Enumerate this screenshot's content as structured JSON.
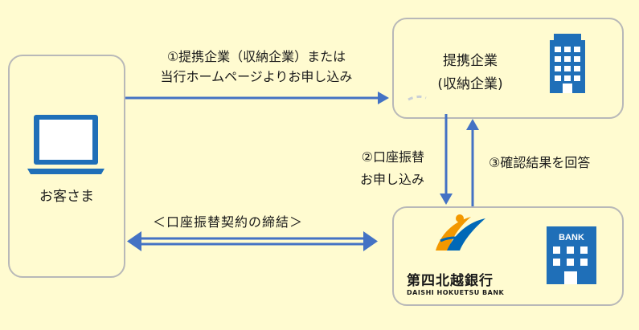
{
  "steps": {
    "step1_line1": "①提携企業（収納企業）または",
    "step1_line2": "当行ホームページよりお申し込み",
    "step2_line1": "②口座振替",
    "step2_line2": "お申し込み",
    "step3": "③確認結果を回答",
    "contract": "＜口座振替契約の締結＞"
  },
  "customer": {
    "label": "お客さま"
  },
  "partner": {
    "line1": "提携企業",
    "line2": "(収納企業)"
  },
  "bank": {
    "name_jp": "第四北越銀行",
    "name_en": "DAISHI HOKUETSU BANK",
    "sign": "BANK"
  },
  "colors": {
    "background": "#FFFBD0",
    "arrow": "#4472C4",
    "icon": "#1F6FB8",
    "box_border": "#b8b8b8",
    "logo_orange": "#F39800",
    "logo_blue": "#0068B7"
  }
}
